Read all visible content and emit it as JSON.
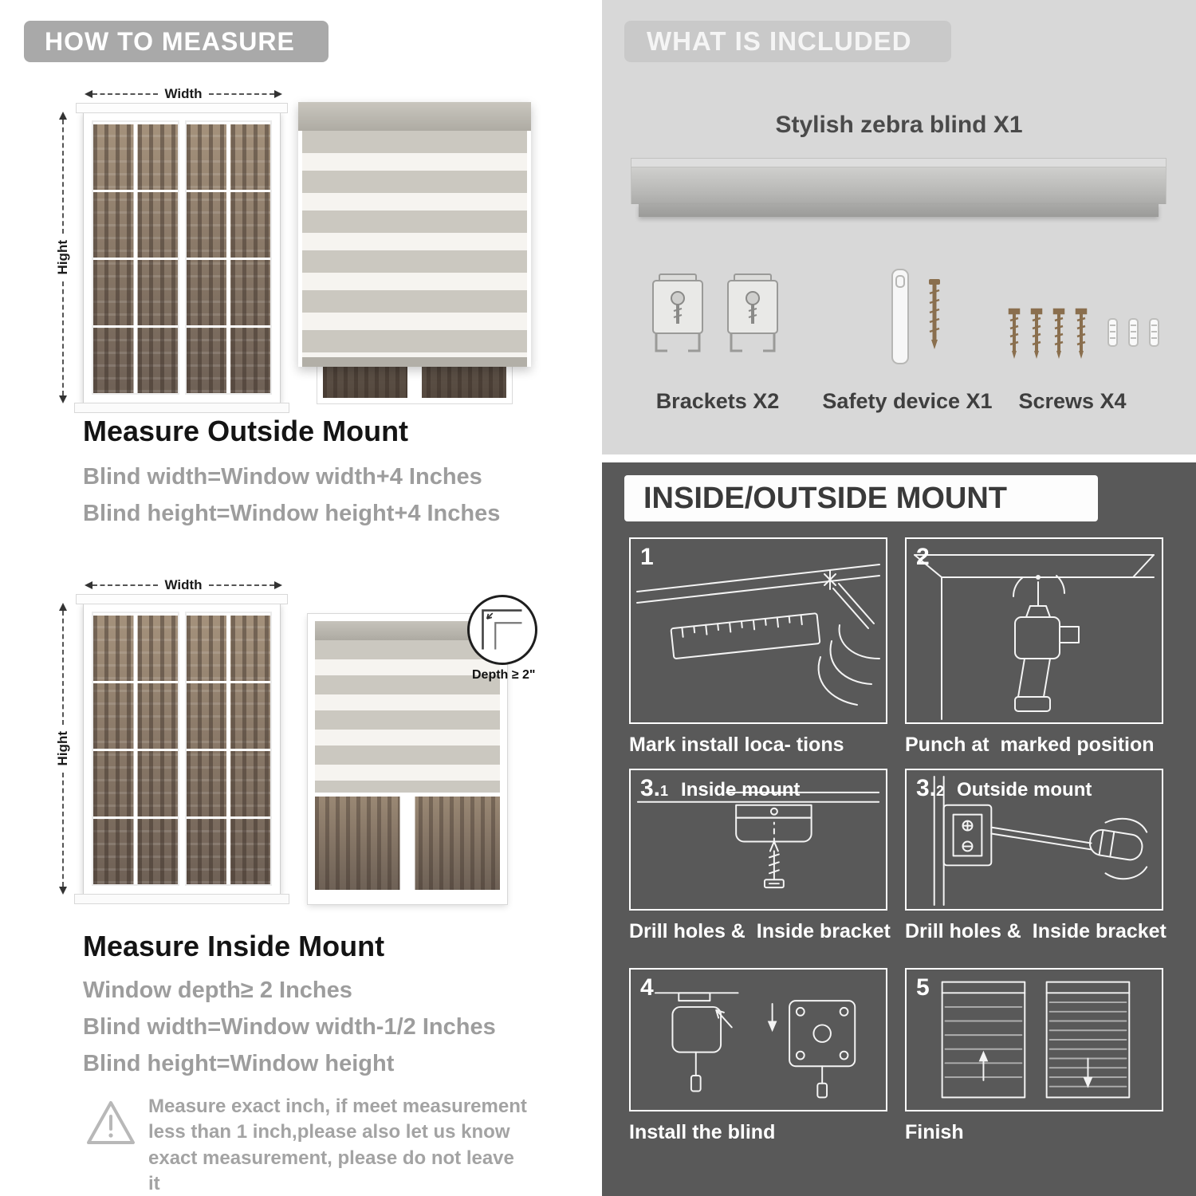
{
  "colors": {
    "left_banner_bg": "#a9a9a9",
    "included_bg": "#d8d8d8",
    "dark_section_bg": "#595959",
    "gray_text": "#9d9d9d",
    "dark_text": "#3f3f3f"
  },
  "how_to_measure": {
    "header": "HOW TO MEASURE",
    "outside": {
      "width_label": "Width",
      "height_label": "Hight",
      "title": "Measure Outside Mount",
      "lines": [
        "Blind width=Window width+4 Inches",
        "Blind height=Window height+4 Inches"
      ]
    },
    "inside": {
      "width_label": "Width",
      "height_label": "Hight",
      "depth_label": "Depth ≥ 2\"",
      "title": "Measure Inside Mount",
      "lines": [
        "Window depth≥ 2 Inches",
        "Blind width=Window width-1/2 Inches",
        "Blind height=Window height"
      ]
    },
    "note": "Measure exact inch, if meet measurement less than 1 inch,please also let us know exact measurement, please do not leave it"
  },
  "included": {
    "header": "WHAT IS INCLUDED",
    "blind_label": "Stylish zebra blind X1",
    "items": [
      {
        "label": "Brackets X2",
        "icon": "bracket-icon"
      },
      {
        "label": "Safety device X1",
        "icon": "safety-device-icon"
      },
      {
        "label": "Screws X4",
        "icon": "screws-icon"
      }
    ]
  },
  "mount_guide": {
    "header": "INSIDE/OUTSIDE MOUNT",
    "steps": [
      {
        "num": "1",
        "num_small": "",
        "sub": "",
        "caption": "Mark install loca- tions"
      },
      {
        "num": "2",
        "num_small": "",
        "sub": "",
        "caption": "Punch at  marked position"
      },
      {
        "num": "3.",
        "num_small": "1",
        "sub": "Inside mount",
        "caption": "Drill holes &  Inside bracket"
      },
      {
        "num": "3.",
        "num_small": "2",
        "sub": "Outside mount",
        "caption": "Drill holes &  Inside bracket"
      },
      {
        "num": "4",
        "num_small": "",
        "sub": "",
        "caption": "Install the blind"
      },
      {
        "num": "5",
        "num_small": "",
        "sub": "",
        "caption": "Finish"
      }
    ]
  }
}
